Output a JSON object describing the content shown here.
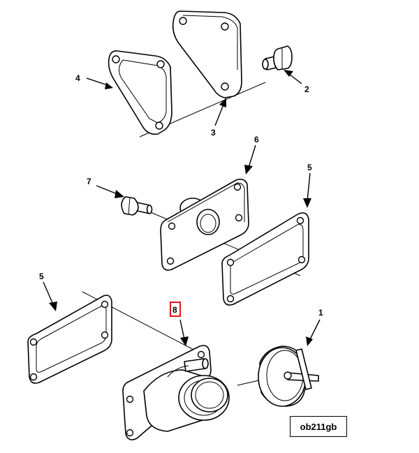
{
  "callouts": {
    "c1": "1",
    "c2": "2",
    "c3": "3",
    "c4": "4",
    "c5a": "5",
    "c5b": "5",
    "c6": "6",
    "c7": "7",
    "c8": "8"
  },
  "figure_id": "ob211gb",
  "highlight_color": "#e0151b"
}
